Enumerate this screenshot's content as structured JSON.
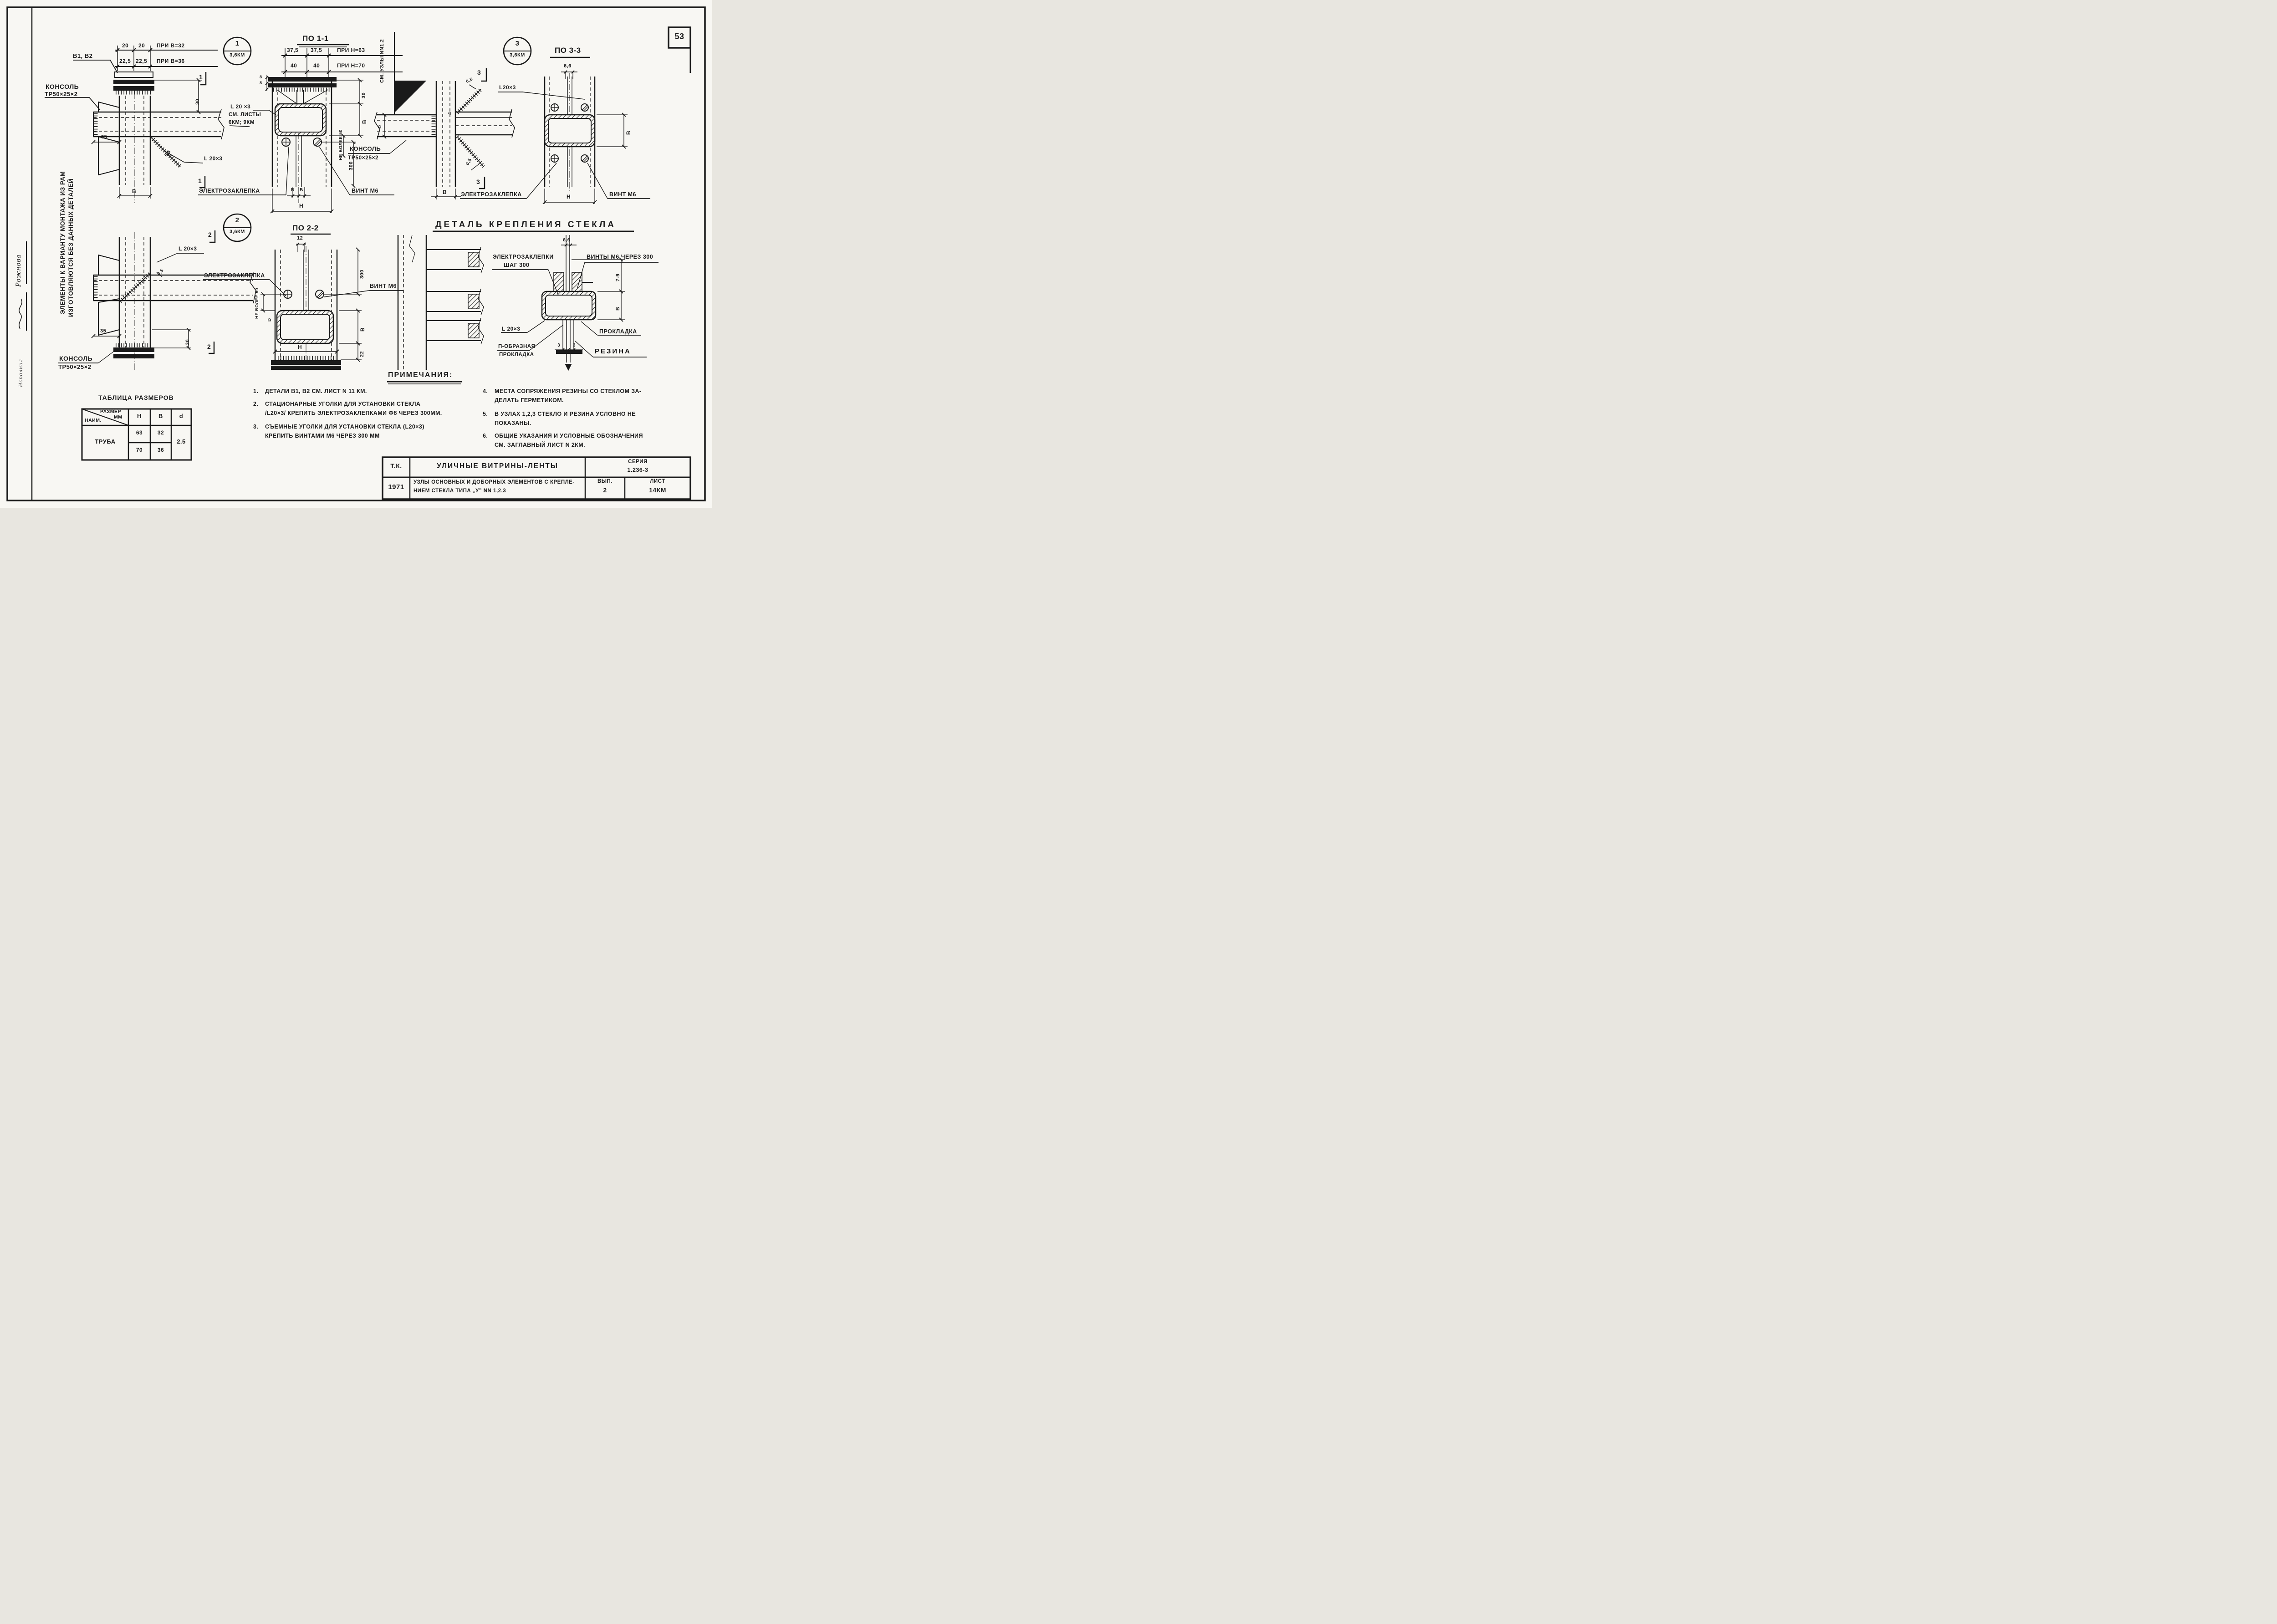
{
  "page": {
    "number": "53"
  },
  "margin": {
    "name": "Рожнова",
    "role": "Исполнил"
  },
  "sidenote": {
    "line1": "Элементы к варианту монтажа из рам",
    "line2": "изготовляются без данных деталей"
  },
  "node1": {
    "detail_ref": "В1, В2",
    "dims": [
      [
        "20",
        "20",
        "при В=32"
      ],
      [
        "22,5",
        "22,5",
        "при В=36"
      ]
    ],
    "console": {
      "label": "Консоль",
      "size": "ТР50×25×2"
    },
    "dim_35": "35",
    "dim_30": "30",
    "dim_b": "В",
    "weld": "0,5",
    "angle": "L 20×3",
    "section_mark": "1"
  },
  "sec11": {
    "badge_num": "1",
    "badge_sheet": "3,6КМ",
    "title": "По 1-1",
    "dims": [
      [
        "37,5",
        "37,5",
        "при Н=63"
      ],
      [
        "40",
        "40",
        "при Н=70"
      ]
    ],
    "dim_8a": "8",
    "dim_8b": "8",
    "dim_30": "30",
    "dim_b": "В",
    "dim_nb50": "не более 50",
    "dim_300": "300",
    "angle_note_1": "L 20 ×3",
    "angle_note_2": "См. листы",
    "angle_note_3": "6КМ; 9КМ",
    "label_rivet": "Электрозаклепка",
    "dim_b1": "Б",
    "dim_b2": "Б",
    "label_screw": "Винт М6",
    "dim_h": "Н"
  },
  "node3": {
    "see_note": "См. узлы NN1.2",
    "weld_top": "0,5",
    "weld_4": "4",
    "dim_d": "d",
    "console": {
      "label": "Консоль",
      "size": "ТР50×25×2"
    },
    "weld_bot": "0,5",
    "dim_b": "В",
    "section_mark": "3"
  },
  "sec33": {
    "badge_num": "3",
    "badge_sheet": "3,6КМ",
    "title": "По 3-3",
    "dim_66": "6,6",
    "angle": "L20×3",
    "dim_b": "В",
    "label_rivet": "Электрозаклепка",
    "dim_h": "Н",
    "label_screw": "Винт М6"
  },
  "node2": {
    "badge_num": "2",
    "badge_sheet": "3,6КМ",
    "angle": "L 20×3",
    "weld": "0,5",
    "label_rivet": "Электрозаклепка",
    "dim_35": "35",
    "dim_30": "30",
    "console": {
      "label": "Консоль",
      "size": "ТР50×25×2"
    },
    "section_mark": "2"
  },
  "sec22": {
    "title": "По 2-2",
    "dim_12": "12",
    "dim_300": "300",
    "dim_nb50": "не более 50",
    "dim_d": "d",
    "dim_b": "В",
    "dim_22": "22",
    "dim_h": "Н",
    "label_screw": "Винт М6"
  },
  "detail": {
    "title": "Деталь крепления стекла",
    "label_rivets_1": "Электрозаклепки",
    "label_rivets_2": "шаг 300",
    "label_screws": "Винты М6 через 300",
    "dim_66": "6,6",
    "dim_79": "7-9",
    "dim_b": "В",
    "angle": "L 20×3",
    "label_gasket": "Прокладка",
    "label_u1": "П-образная",
    "label_u2": "прокладка",
    "label_rubber": "Резина",
    "dim_3a": "3",
    "dim_3b": "3"
  },
  "notes": {
    "title": "Примечания:",
    "left": [
      {
        "num": "1.",
        "lines": [
          "Детали В1, В2 см. лист N 11 КМ."
        ]
      },
      {
        "num": "2.",
        "lines": [
          "Стационарные уголки для установки стекла",
          "/L20×3/ крепить электрозаклепками Ф8 через 300мм."
        ]
      },
      {
        "num": "3.",
        "lines": [
          "Съемные уголки для установки стекла (L20×3)",
          "крепить винтами М6 через 300 мм"
        ]
      }
    ],
    "right": [
      {
        "num": "4.",
        "lines": [
          "Места сопряжения резины со стеклом за-",
          "делать герметиком."
        ]
      },
      {
        "num": "5.",
        "lines": [
          "В узлах 1,2,3 стекло и резина условно не",
          "показаны."
        ]
      },
      {
        "num": "6.",
        "lines": [
          "Общие указания и условные обозначения",
          "см. заглавный лист N 2КМ."
        ]
      }
    ]
  },
  "table": {
    "title": "Таблица размеров",
    "corner_top": "Размер",
    "corner_top2": "мм",
    "corner_bottom": "Наим.",
    "cols": [
      "Н",
      "В",
      "d"
    ],
    "row_name": "Труба",
    "h_values": [
      "63",
      "70"
    ],
    "b_values": [
      "32",
      "36"
    ],
    "d_value": "2.5"
  },
  "titleblock": {
    "org": "Т.К.",
    "year": "1971",
    "title": "Уличные витрины-ленты",
    "subtitle1": "Узлы основных и доборных элементов с крепле-",
    "subtitle2": "нием стекла типа „У” NN 1,2,3",
    "series_label": "Серия",
    "series": "1.236-3",
    "issue_label": "вып.",
    "issue": "2",
    "sheet_label": "лист",
    "sheet": "14КМ"
  }
}
